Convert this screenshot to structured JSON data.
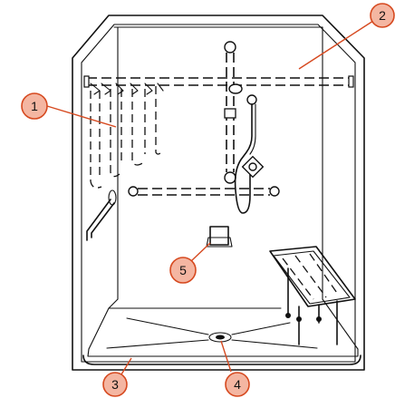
{
  "callouts": [
    {
      "id": 1,
      "label": "1",
      "part": "grab-bar-corner-vertical"
    },
    {
      "id": 2,
      "label": "2",
      "part": "grab-bar-back-wall-upper"
    },
    {
      "id": 3,
      "label": "3",
      "part": "threshold-front"
    },
    {
      "id": 4,
      "label": "4",
      "part": "floor-drain"
    },
    {
      "id": 5,
      "label": "5",
      "part": "soap-dish"
    }
  ],
  "colors": {
    "line": "#111111",
    "callout_fill": "#f4b6a2",
    "callout_stroke": "#d6491f"
  }
}
